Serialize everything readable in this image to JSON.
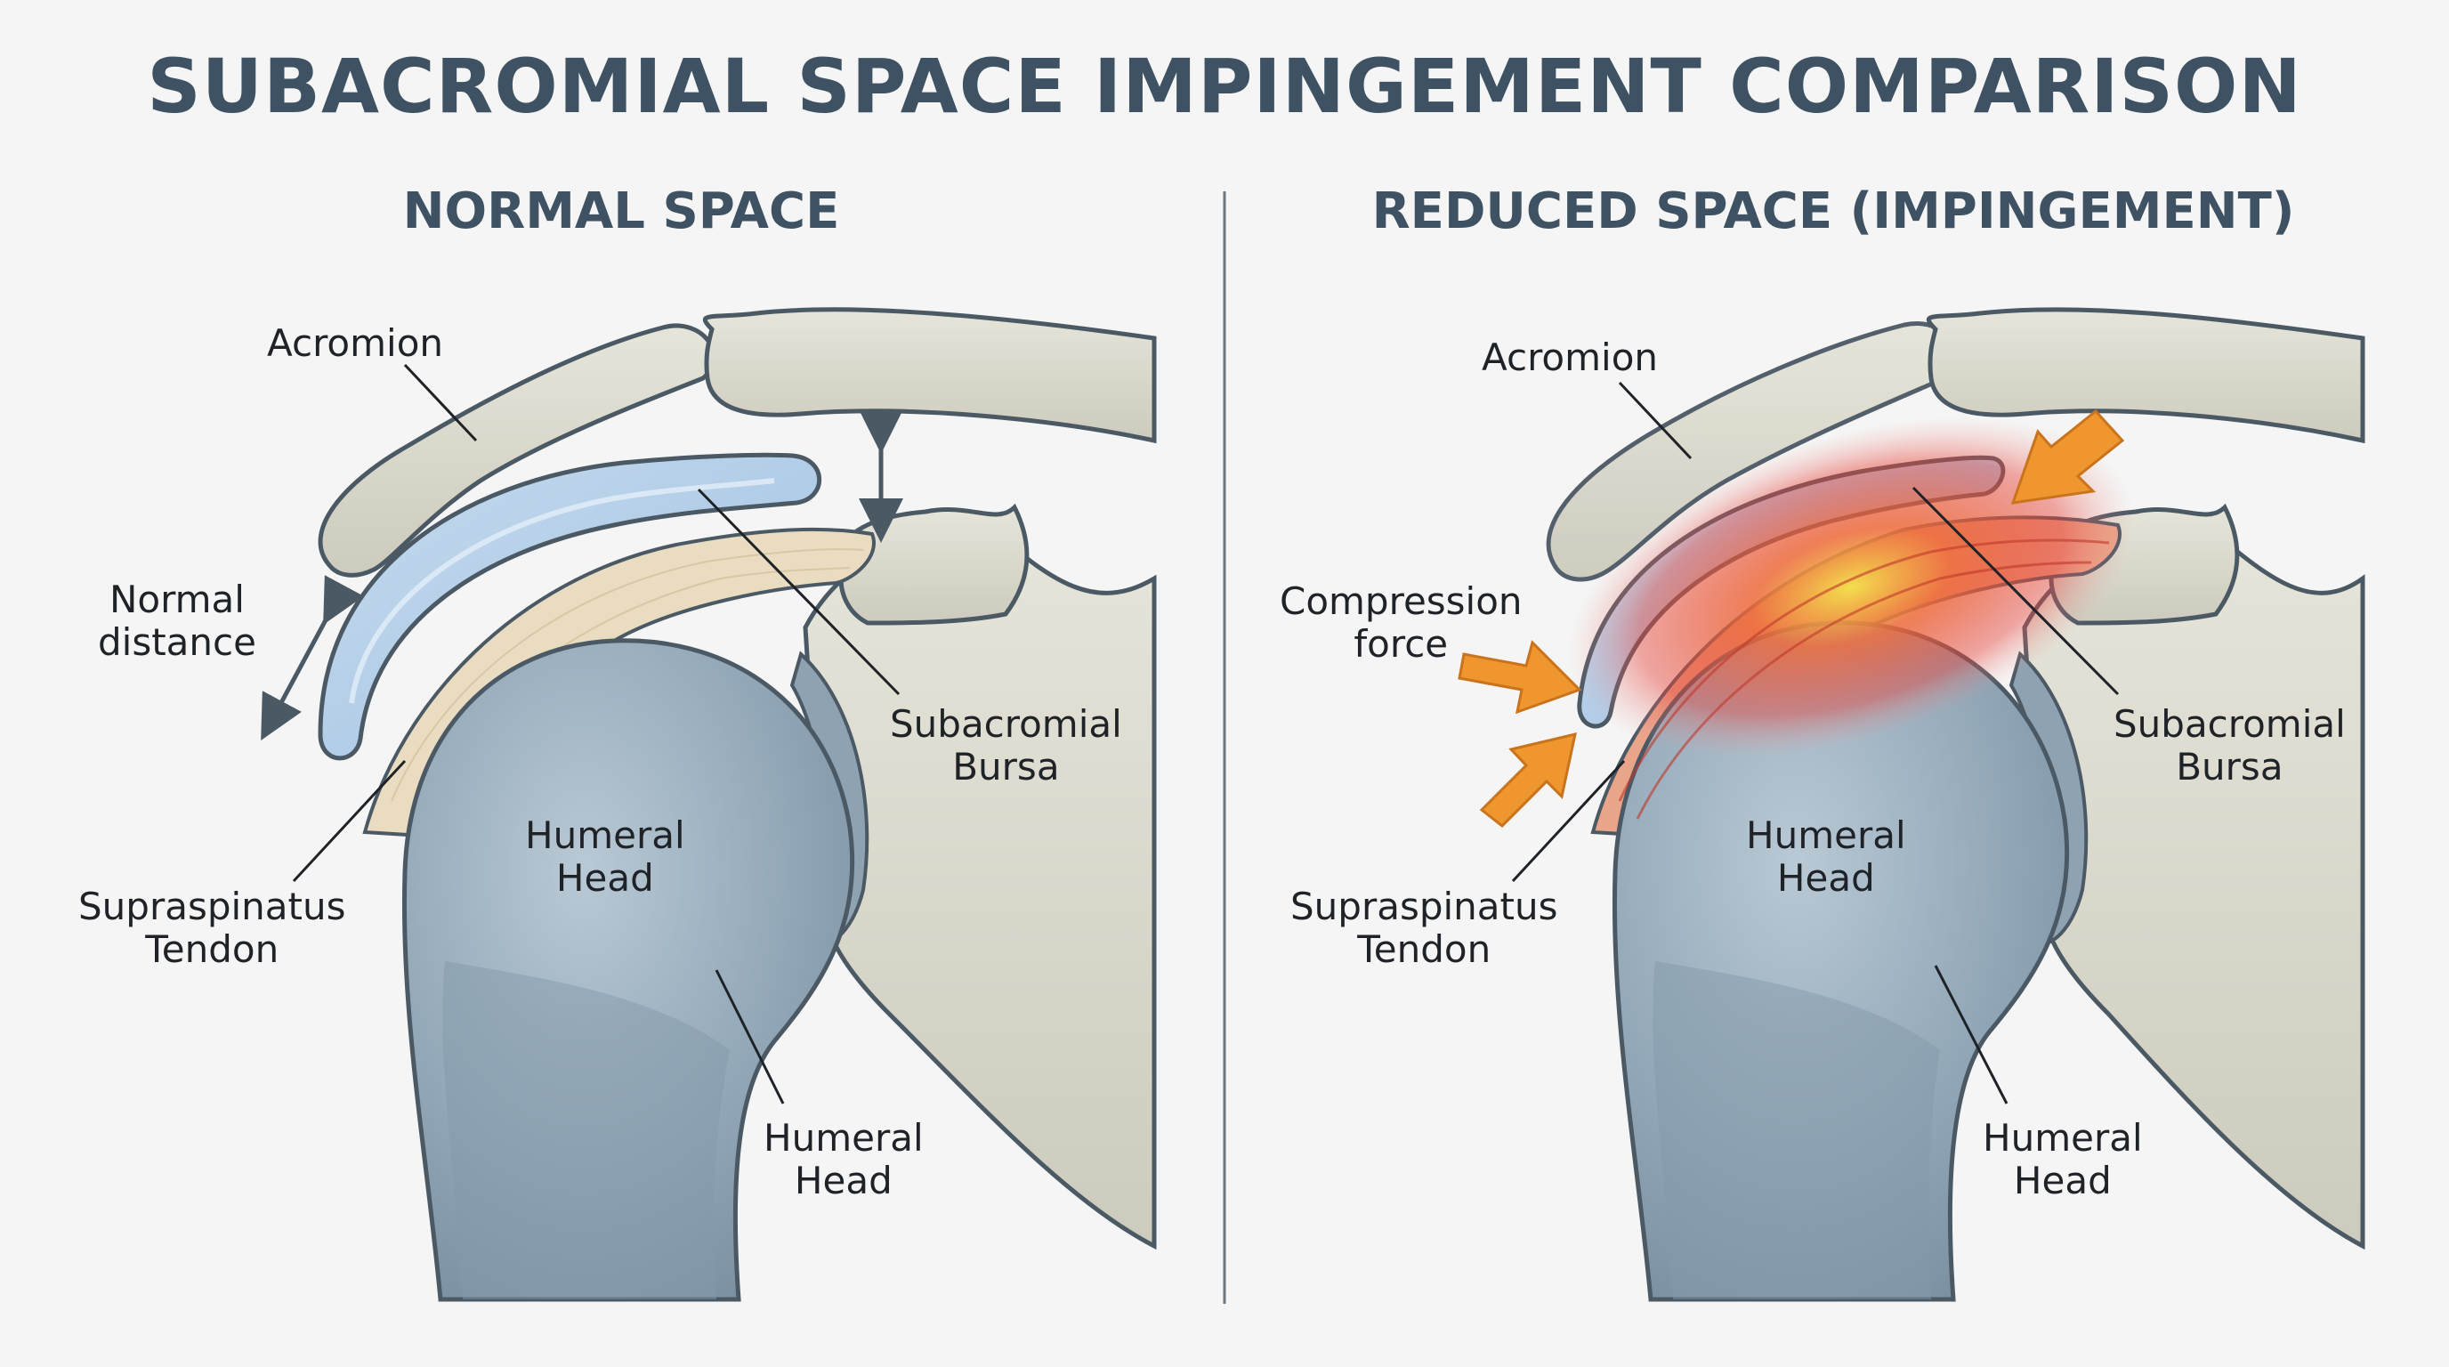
{
  "title": "SUBACROMIAL SPACE IMPINGEMENT COMPARISON",
  "panels": [
    {
      "heading": "NORMAL SPACE",
      "labels": {
        "acromion": "Acromion",
        "distance_1": "Normal",
        "distance_2": "distance",
        "bursa_1": "Subacromial",
        "bursa_2": "Bursa",
        "head_1": "Humeral",
        "head_2": "Head",
        "tendon_1": "Supraspinatus",
        "tendon_2": "Tendon",
        "lower_head_1": "Humeral",
        "lower_head_2": "Head"
      }
    },
    {
      "heading": "REDUCED SPACE (IMPINGEMENT)",
      "labels": {
        "acromion": "Acromion",
        "force_1": "Compression",
        "force_2": "force",
        "bursa_1": "Subacromial",
        "bursa_2": "Bursa",
        "head_1": "Humeral",
        "head_2": "Head",
        "tendon_1": "Supraspinatus",
        "tendon_2": "Tendon",
        "lower_head_1": "Humeral",
        "lower_head_2": "Head"
      }
    }
  ],
  "colors": {
    "bone": "#d9d8cc",
    "humerus": "#8fa4b3",
    "bursa": "#a9c8e6",
    "tendon": "#eadcc0",
    "outline": "#4b5965",
    "inflammation": "#e8433a",
    "force_arrow": "#f0962f",
    "title": "#3e5263"
  }
}
